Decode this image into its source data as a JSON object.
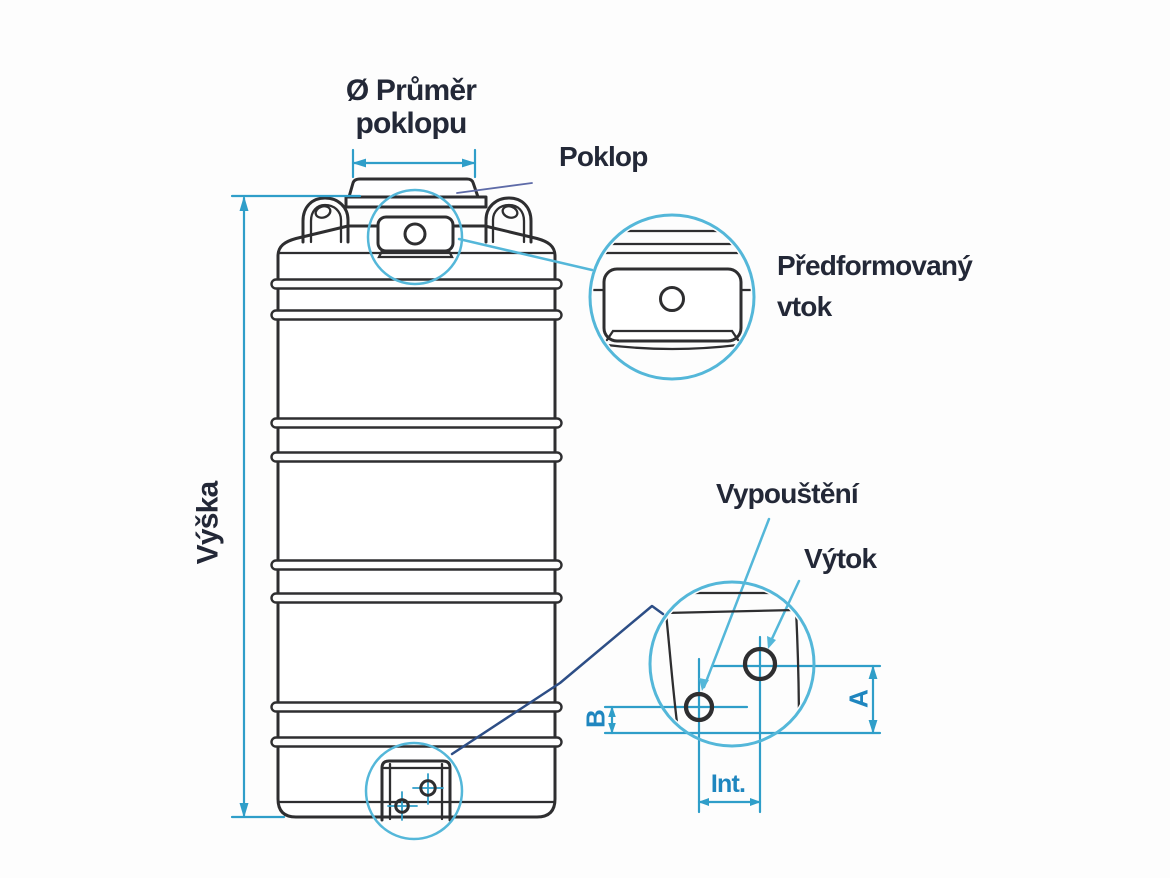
{
  "labels": {
    "lid_diameter": {
      "line1": "Ø Průměr",
      "line2": "poklopu"
    },
    "lid": "Poklop",
    "preformed_inlet": {
      "line1": "Předformovaný",
      "line2": "vtok"
    },
    "height": "Výška",
    "draining": "Vypouštění",
    "outlet": "Výtok",
    "dim_a": "A",
    "dim_b": "B",
    "dim_int": "Int."
  },
  "colors": {
    "line_dark": "#2e2e30",
    "dim_blue": "#2f9ec9",
    "detail_blue": "#54b7d9",
    "leader_navy": "#2d4e86",
    "leader_soft": "#5e6ba8",
    "label_dark": "#232837",
    "dim_label_blue": "#1f86bf",
    "bg": "#fdfdfd"
  }
}
